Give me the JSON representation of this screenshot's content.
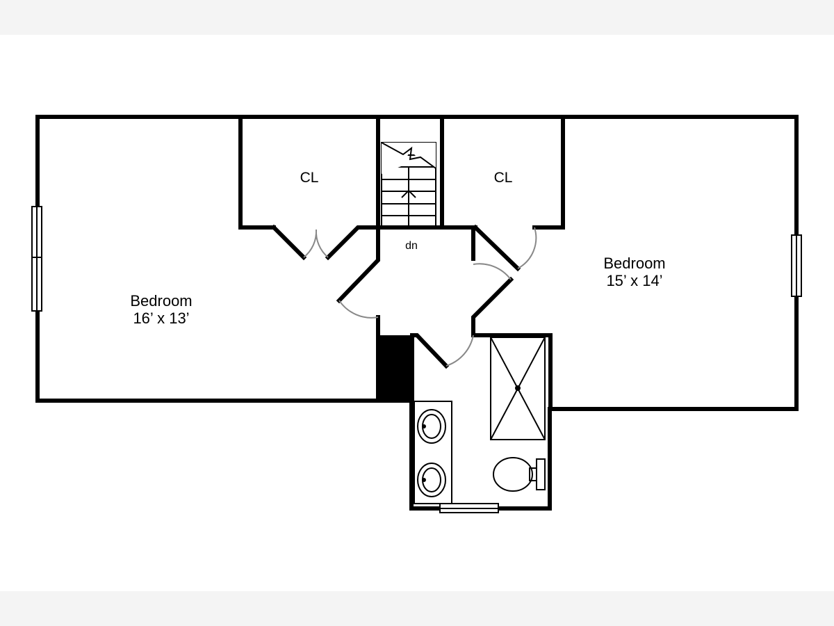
{
  "rooms": [
    {
      "name": "Bedroom",
      "dimensions": "16’ x 13’"
    },
    {
      "name": "Bedroom",
      "dimensions": "15’ x 14’"
    }
  ],
  "closets": [
    "CL",
    "CL"
  ],
  "stairs": {
    "label": "dn"
  },
  "colors": {
    "wall": "#000000",
    "door_swing": "#888888",
    "background": "#ffffff",
    "page_band": "#f4f4f4"
  }
}
